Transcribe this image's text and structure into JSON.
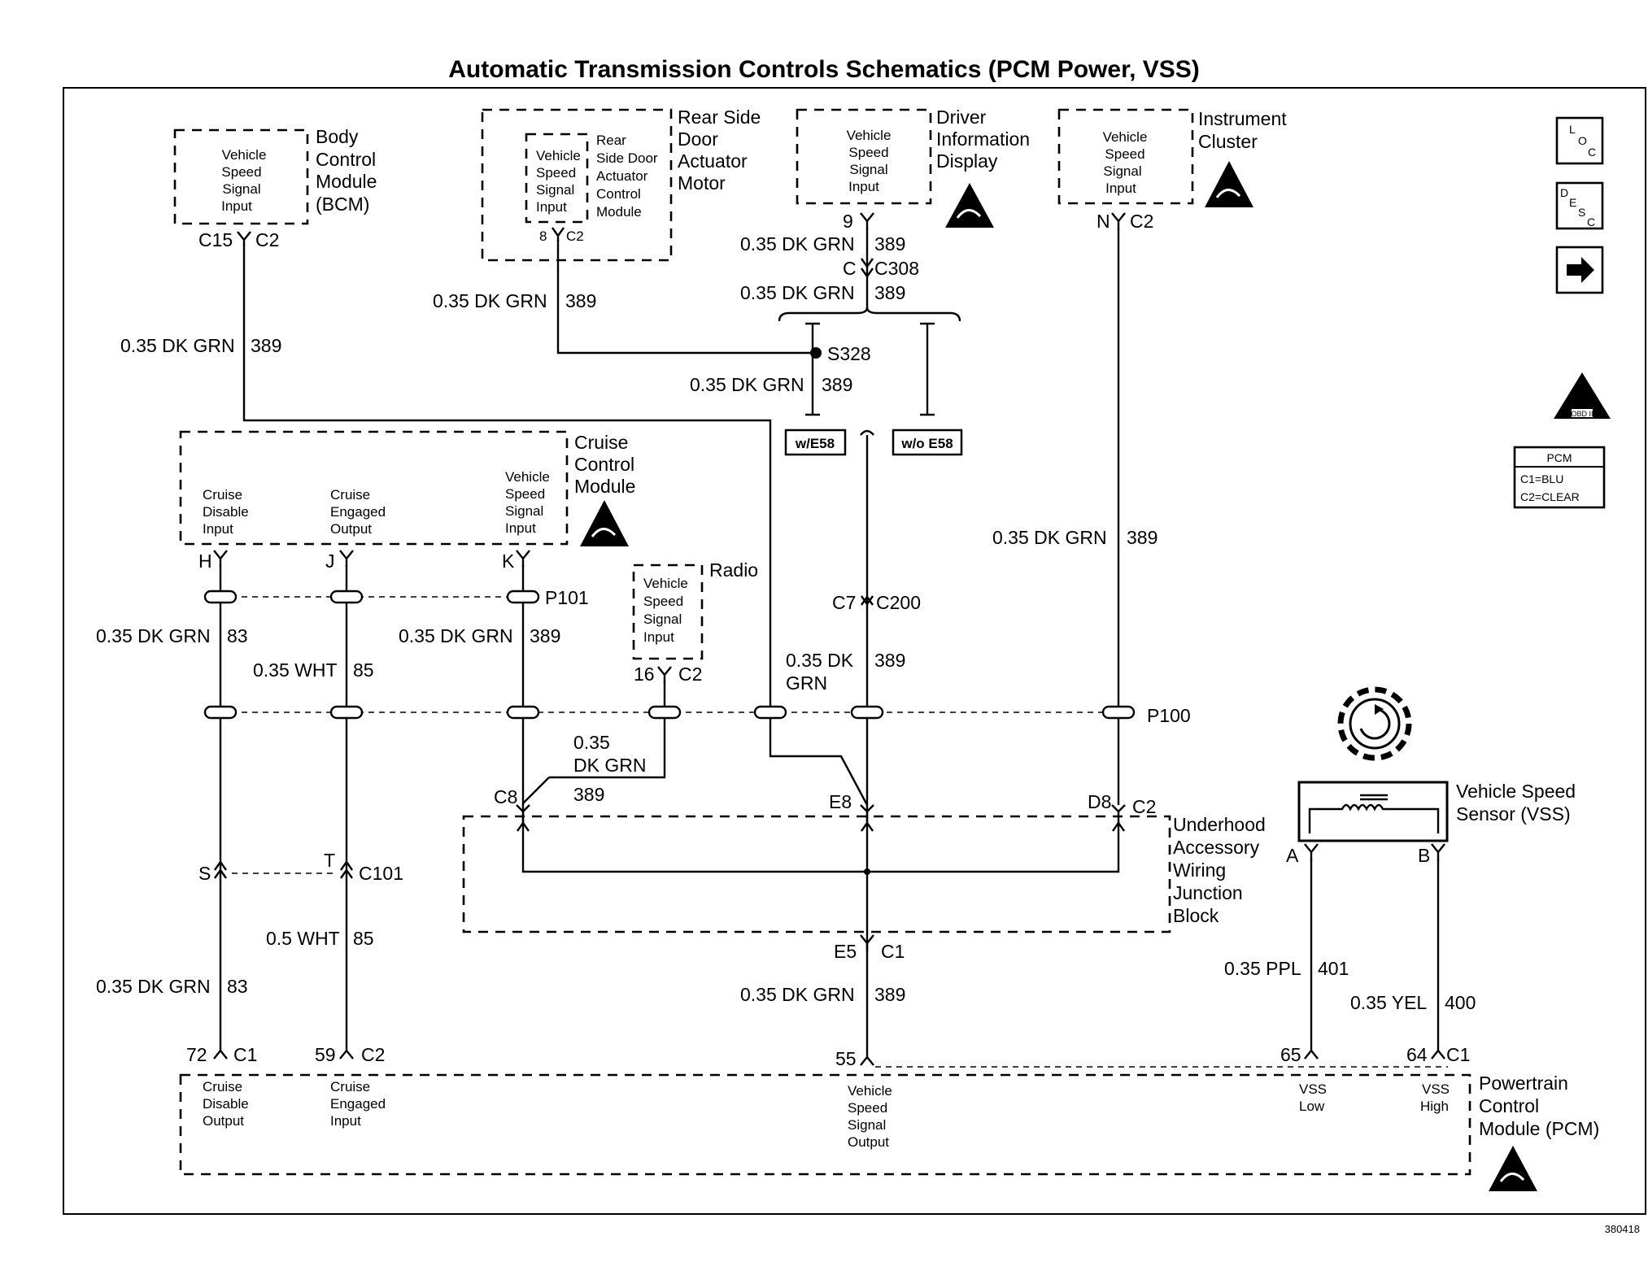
{
  "title": "Automatic Transmission Controls Schematics (PCM Power, VSS)",
  "figure_id": "380418",
  "modules": {
    "bcm": {
      "label_lines": [
        "Body",
        "Control",
        "Module",
        "(BCM)"
      ],
      "input_lines": [
        "Vehicle",
        "Speed",
        "Signal",
        "Input"
      ],
      "pins": [
        "C15",
        "C2"
      ]
    },
    "rear_door": {
      "label_lines": [
        "Rear Side",
        "Door",
        "Actuator",
        "Motor"
      ],
      "inner_lines": [
        "Rear",
        "Side Door",
        "Actuator",
        "Control",
        "Module"
      ],
      "input_lines": [
        "Vehicle",
        "Speed",
        "Signal",
        "Input"
      ],
      "pins": [
        "8",
        "C2"
      ]
    },
    "dic": {
      "label_lines": [
        "Driver",
        "Information",
        "Display"
      ],
      "input_lines": [
        "Vehicle",
        "Speed",
        "Signal",
        "Input"
      ],
      "pin": "9"
    },
    "cluster": {
      "label_lines": [
        "Instrument",
        "Cluster"
      ],
      "input_lines": [
        "Vehicle",
        "Speed",
        "Signal",
        "Input"
      ],
      "pins": [
        "N",
        "C2"
      ]
    },
    "cruise": {
      "label_lines": [
        "Cruise",
        "Control",
        "Module"
      ],
      "disable_lines": [
        "Cruise",
        "Disable",
        "Input"
      ],
      "engaged_lines": [
        "Cruise",
        "Engaged",
        "Output"
      ],
      "vss_lines": [
        "Vehicle",
        "Speed",
        "Signal",
        "Input"
      ],
      "pins": [
        "H",
        "J",
        "K"
      ]
    },
    "radio": {
      "label": "Radio",
      "input_lines": [
        "Vehicle",
        "Speed",
        "Signal",
        "Input"
      ],
      "pins": [
        "16",
        "C2"
      ]
    },
    "junction": {
      "label_lines": [
        "Underhood",
        "Accessory",
        "Wiring",
        "Junction",
        "Block"
      ],
      "pins": [
        "C8",
        "E8",
        "D8",
        "C2",
        "E5",
        "C1"
      ]
    },
    "vss": {
      "label_lines": [
        "Vehicle Speed",
        "Sensor (VSS)"
      ],
      "pins": [
        "A",
        "B"
      ]
    },
    "pcm": {
      "label_lines": [
        "Powertrain",
        "Control",
        "Module (PCM)"
      ],
      "disable_lines": [
        "Cruise",
        "Disable",
        "Output"
      ],
      "engaged_lines": [
        "Cruise",
        "Engaged",
        "Input"
      ],
      "vss_out_lines": [
        "Vehicle",
        "Speed",
        "Signal",
        "Output"
      ],
      "low_lines": [
        "VSS",
        "Low"
      ],
      "high_lines": [
        "VSS",
        "High"
      ],
      "pins": [
        "72",
        "C1",
        "59",
        "C2",
        "55",
        "65",
        "64",
        "C1"
      ]
    }
  },
  "wires": {
    "dkgrn": "0.35 DK GRN",
    "dk": "0.35 DK",
    "grn": "GRN",
    "n035": "0.35",
    "dkgrn2": "DK GRN",
    "wht035": "0.35 WHT",
    "wht05": "0.5 WHT",
    "ppl": "0.35 PPL",
    "yel": "0.35 YEL",
    "c389": "389",
    "c83": "83",
    "c85": "85",
    "c401": "401",
    "c400": "400"
  },
  "connectors": {
    "c": "C",
    "c308": "C308",
    "s328": "S328",
    "we58": "w/E58",
    "woe58": "w/o E58",
    "c7": "C7",
    "c200": "C200",
    "p101": "P101",
    "p100": "P100",
    "s": "S",
    "t": "T",
    "c101": "C101"
  },
  "legend": {
    "loc": "LOC",
    "desc": "DESC",
    "obd": "OBD II",
    "pcm_title": "PCM",
    "pcm_c1": "C1=BLU",
    "pcm_c2": "C2=CLEAR"
  },
  "colors": {
    "ink": "#000000",
    "paper": "#ffffff"
  }
}
